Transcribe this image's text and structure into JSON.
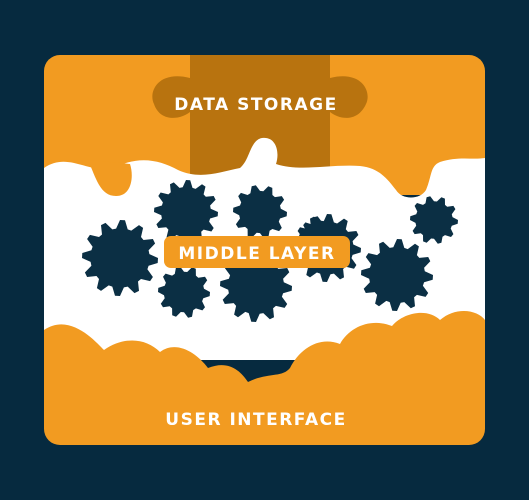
{
  "colors": {
    "background": "#062a3f",
    "orange": "#f29b21",
    "dark_orange": "#b8730f",
    "white": "#ffffff",
    "gear": "#0b2f44"
  },
  "layers": {
    "top": {
      "label": "DATA STORAGE"
    },
    "middle": {
      "label": "MIDDLE LAYER"
    },
    "bottom": {
      "label": "USER INTERFACE"
    }
  },
  "icons": [
    "puzzle-piece-icon",
    "gear-icon",
    "cloud-icon"
  ]
}
